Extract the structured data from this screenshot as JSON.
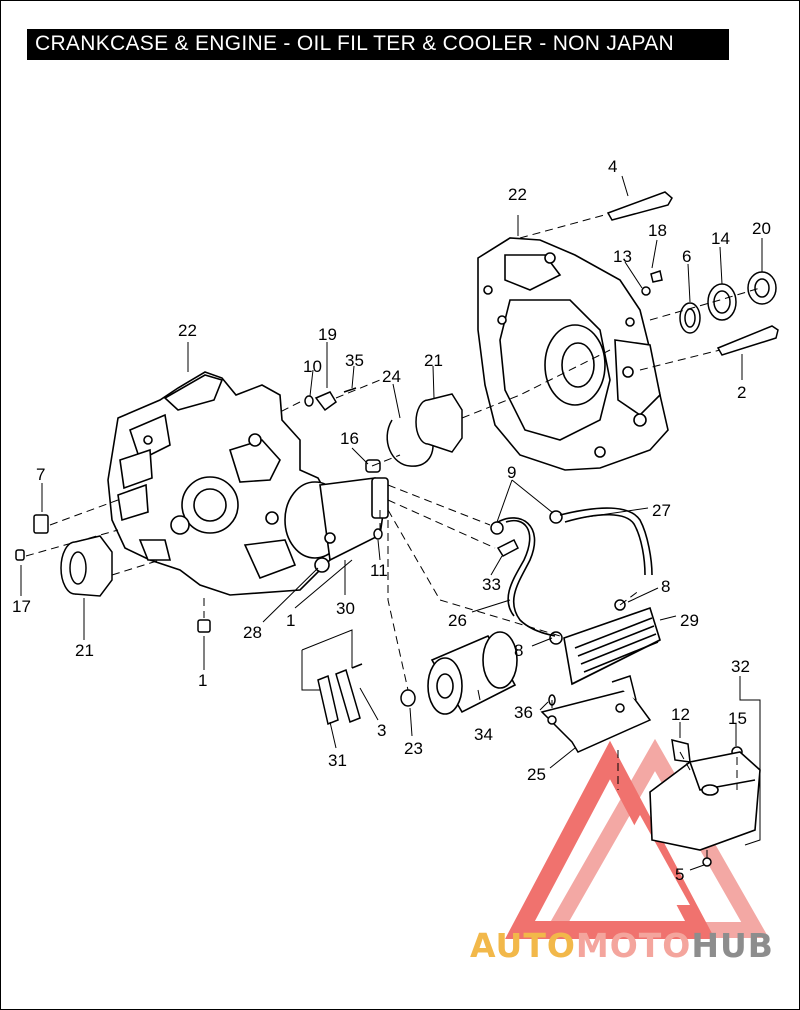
{
  "title": "CRANKCASE & ENGINE - OIL FIL TER & COOLER - NON JAPAN",
  "callouts": [
    "22",
    "19",
    "10",
    "35",
    "24",
    "21",
    "16",
    "7",
    "17",
    "21",
    "1",
    "28",
    "1",
    "30",
    "11",
    "9",
    "33",
    "26",
    "27",
    "8",
    "8",
    "29",
    "22",
    "4",
    "18",
    "13",
    "6",
    "14",
    "20",
    "2",
    "31",
    "3",
    "23",
    "34",
    "36",
    "25",
    "12",
    "15",
    "32",
    "5"
  ],
  "watermark": {
    "brand_auto": "AUTO",
    "brand_moto": "MOTO",
    "brand_hub": "HUB",
    "colors": {
      "auto": "#f2b84a",
      "moto": "#f4a59d",
      "hub": "#8d8d8d",
      "logo": "#ee3b3b"
    }
  }
}
